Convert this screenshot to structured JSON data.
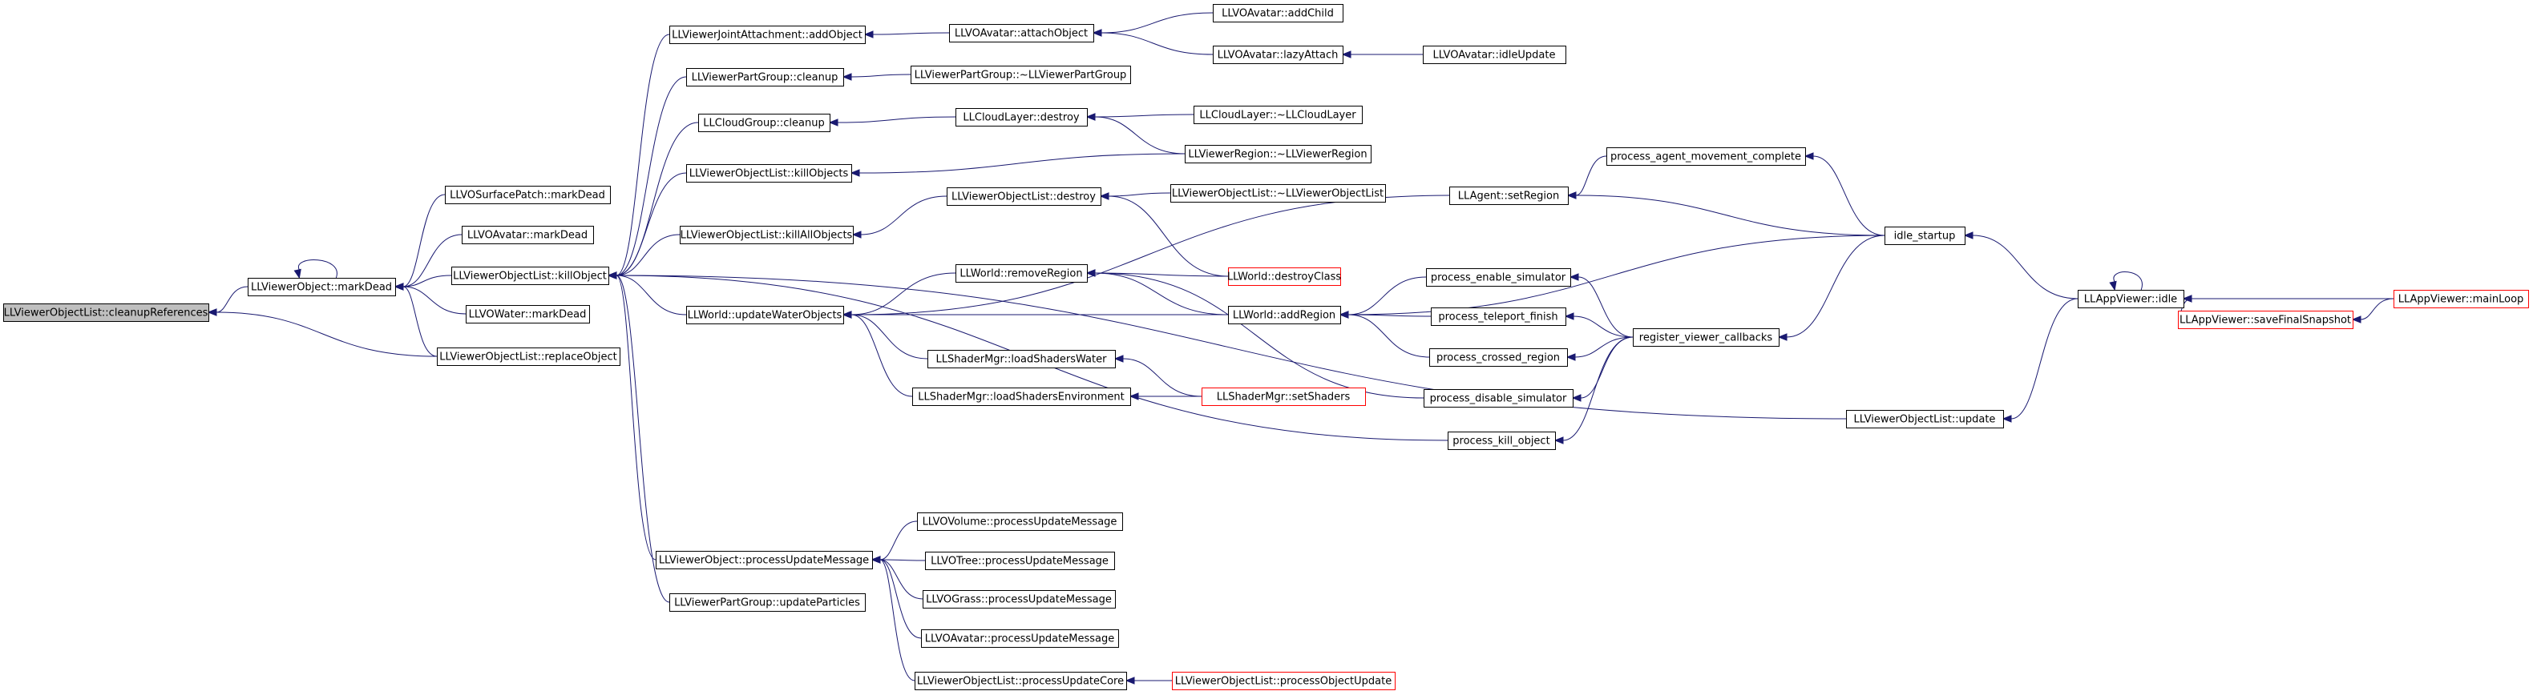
{
  "graph": {
    "nodes": [
      {
        "id": "cleanupReferences",
        "label": "LLViewerObjectList::cleanupReferences",
        "root": true
      },
      {
        "id": "vo_markDead",
        "label": "LLViewerObject::markDead"
      },
      {
        "id": "surf_markDead",
        "label": "LLVOSurfacePatch::markDead"
      },
      {
        "id": "avatar_markDead",
        "label": "LLVOAvatar::markDead"
      },
      {
        "id": "water_markDead",
        "label": "LLVOWater::markDead"
      },
      {
        "id": "killObject",
        "label": "LLViewerObjectList::killObject"
      },
      {
        "id": "replaceObject",
        "label": "LLViewerObjectList::replaceObject"
      },
      {
        "id": "addObject",
        "label": "LLViewerJointAttachment::addObject"
      },
      {
        "id": "pg_cleanup",
        "label": "LLViewerPartGroup::cleanup"
      },
      {
        "id": "cg_cleanup",
        "label": "LLCloudGroup::cleanup"
      },
      {
        "id": "killObjects",
        "label": "LLViewerObjectList::killObjects"
      },
      {
        "id": "killAllObjects",
        "label": "LLViewerObjectList::killAllObjects"
      },
      {
        "id": "updateWaterObjects",
        "label": "LLWorld::updateWaterObjects"
      },
      {
        "id": "vo_processUpdateMessage",
        "label": "LLViewerObject::processUpdateMessage"
      },
      {
        "id": "updateParticles",
        "label": "LLViewerPartGroup::updateParticles"
      },
      {
        "id": "attachObject",
        "label": "LLVOAvatar::attachObject"
      },
      {
        "id": "pg_dtor",
        "label": "LLViewerPartGroup::~LLViewerPartGroup"
      },
      {
        "id": "cl_destroy",
        "label": "LLCloudLayer::destroy"
      },
      {
        "id": "vol_destroy",
        "label": "LLViewerObjectList::destroy"
      },
      {
        "id": "removeRegion",
        "label": "LLWorld::removeRegion"
      },
      {
        "id": "loadShadersWater",
        "label": "LLShaderMgr::loadShadersWater"
      },
      {
        "id": "loadShadersEnvironment",
        "label": "LLShaderMgr::loadShadersEnvironment"
      },
      {
        "id": "vovol_pum",
        "label": "LLVOVolume::processUpdateMessage"
      },
      {
        "id": "votree_pum",
        "label": "LLVOTree::processUpdateMessage"
      },
      {
        "id": "vograss_pum",
        "label": "LLVOGrass::processUpdateMessage"
      },
      {
        "id": "voavatar_pum",
        "label": "LLVOAvatar::processUpdateMessage"
      },
      {
        "id": "processUpdateCore",
        "label": "LLViewerObjectList::processUpdateCore"
      },
      {
        "id": "addChild",
        "label": "LLVOAvatar::addChild"
      },
      {
        "id": "lazyAttach",
        "label": "LLVOAvatar::lazyAttach"
      },
      {
        "id": "cl_dtor",
        "label": "LLCloudLayer::~LLCloudLayer"
      },
      {
        "id": "region_dtor",
        "label": "LLViewerRegion::~LLViewerRegion"
      },
      {
        "id": "vol_dtor",
        "label": "LLViewerObjectList::~LLViewerObjectList"
      },
      {
        "id": "destroyClass",
        "label": "LLWorld::destroyClass",
        "truncated": true
      },
      {
        "id": "addRegion",
        "label": "LLWorld::addRegion"
      },
      {
        "id": "setShaders",
        "label": "LLShaderMgr::setShaders",
        "truncated": true
      },
      {
        "id": "processObjectUpdate",
        "label": "LLViewerObjectList::processObjectUpdate",
        "truncated": true
      },
      {
        "id": "idleUpdate",
        "label": "LLVOAvatar::idleUpdate"
      },
      {
        "id": "setRegion",
        "label": "LLAgent::setRegion"
      },
      {
        "id": "process_agent_movement_complete",
        "label": "process_agent_movement_complete"
      },
      {
        "id": "process_enable_simulator",
        "label": "process_enable_simulator"
      },
      {
        "id": "process_teleport_finish",
        "label": "process_teleport_finish"
      },
      {
        "id": "process_crossed_region",
        "label": "process_crossed_region"
      },
      {
        "id": "process_disable_simulator",
        "label": "process_disable_simulator"
      },
      {
        "id": "process_kill_object",
        "label": "process_kill_object"
      },
      {
        "id": "register_viewer_callbacks",
        "label": "register_viewer_callbacks"
      },
      {
        "id": "idle_startup",
        "label": "idle_startup"
      },
      {
        "id": "vol_update",
        "label": "LLViewerObjectList::update"
      },
      {
        "id": "app_idle",
        "label": "LLAppViewer::idle"
      },
      {
        "id": "saveFinalSnapshot",
        "label": "LLAppViewer::saveFinalSnapshot",
        "truncated": true
      },
      {
        "id": "mainLoop",
        "label": "LLAppViewer::mainLoop",
        "truncated": true
      }
    ],
    "edges": [
      [
        "vo_markDead",
        "cleanupReferences"
      ],
      [
        "replaceObject",
        "cleanupReferences"
      ],
      [
        "vo_markDead",
        "vo_markDead"
      ],
      [
        "surf_markDead",
        "vo_markDead"
      ],
      [
        "avatar_markDead",
        "vo_markDead"
      ],
      [
        "killObject",
        "vo_markDead"
      ],
      [
        "water_markDead",
        "vo_markDead"
      ],
      [
        "replaceObject",
        "vo_markDead"
      ],
      [
        "addObject",
        "killObject"
      ],
      [
        "pg_cleanup",
        "killObject"
      ],
      [
        "cg_cleanup",
        "killObject"
      ],
      [
        "killObjects",
        "killObject"
      ],
      [
        "killAllObjects",
        "killObject"
      ],
      [
        "updateWaterObjects",
        "killObject"
      ],
      [
        "process_kill_object",
        "killObject"
      ],
      [
        "vol_update",
        "killObject"
      ],
      [
        "vo_processUpdateMessage",
        "killObject"
      ],
      [
        "updateParticles",
        "killObject"
      ],
      [
        "attachObject",
        "addObject"
      ],
      [
        "pg_dtor",
        "pg_cleanup"
      ],
      [
        "cl_destroy",
        "cg_cleanup"
      ],
      [
        "region_dtor",
        "killObjects"
      ],
      [
        "vol_destroy",
        "killAllObjects"
      ],
      [
        "setRegion",
        "updateWaterObjects"
      ],
      [
        "removeRegion",
        "updateWaterObjects"
      ],
      [
        "addRegion",
        "updateWaterObjects"
      ],
      [
        "loadShadersWater",
        "updateWaterObjects"
      ],
      [
        "loadShadersEnvironment",
        "updateWaterObjects"
      ],
      [
        "vovol_pum",
        "vo_processUpdateMessage"
      ],
      [
        "votree_pum",
        "vo_processUpdateMessage"
      ],
      [
        "vograss_pum",
        "vo_processUpdateMessage"
      ],
      [
        "voavatar_pum",
        "vo_processUpdateMessage"
      ],
      [
        "processUpdateCore",
        "vo_processUpdateMessage"
      ],
      [
        "addChild",
        "attachObject"
      ],
      [
        "lazyAttach",
        "attachObject"
      ],
      [
        "cl_dtor",
        "cl_destroy"
      ],
      [
        "region_dtor",
        "cl_destroy"
      ],
      [
        "vol_dtor",
        "vol_destroy"
      ],
      [
        "destroyClass",
        "vol_destroy"
      ],
      [
        "destroyClass",
        "removeRegion"
      ],
      [
        "addRegion",
        "removeRegion"
      ],
      [
        "process_disable_simulator",
        "removeRegion"
      ],
      [
        "setShaders",
        "loadShadersWater"
      ],
      [
        "setShaders",
        "loadShadersEnvironment"
      ],
      [
        "processObjectUpdate",
        "processUpdateCore"
      ],
      [
        "idleUpdate",
        "lazyAttach"
      ],
      [
        "process_agent_movement_complete",
        "setRegion"
      ],
      [
        "idle_startup",
        "setRegion"
      ],
      [
        "idle_startup",
        "addRegion"
      ],
      [
        "process_enable_simulator",
        "addRegion"
      ],
      [
        "process_teleport_finish",
        "addRegion"
      ],
      [
        "process_crossed_region",
        "addRegion"
      ],
      [
        "idle_startup",
        "process_agent_movement_complete"
      ],
      [
        "register_viewer_callbacks",
        "process_enable_simulator"
      ],
      [
        "register_viewer_callbacks",
        "process_teleport_finish"
      ],
      [
        "register_viewer_callbacks",
        "process_crossed_region"
      ],
      [
        "register_viewer_callbacks",
        "process_disable_simulator"
      ],
      [
        "register_viewer_callbacks",
        "process_kill_object"
      ],
      [
        "idle_startup",
        "register_viewer_callbacks"
      ],
      [
        "app_idle",
        "idle_startup"
      ],
      [
        "app_idle",
        "vol_update"
      ],
      [
        "app_idle",
        "app_idle"
      ],
      [
        "saveFinalSnapshot",
        "app_idle"
      ],
      [
        "mainLoop",
        "app_idle"
      ],
      [
        "mainLoop",
        "saveFinalSnapshot"
      ]
    ]
  }
}
